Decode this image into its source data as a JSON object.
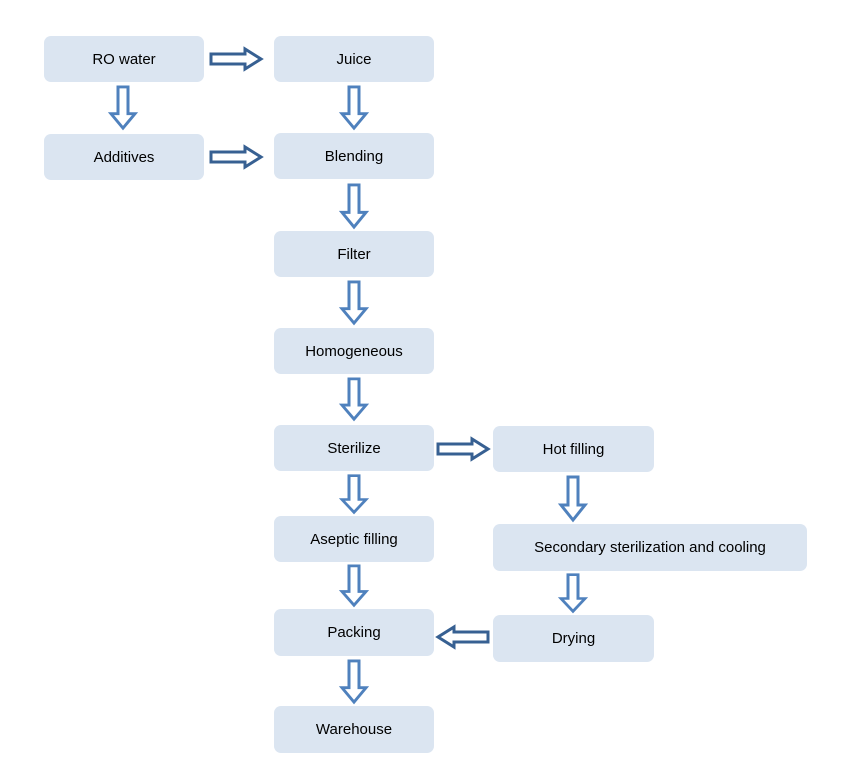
{
  "diagram": {
    "type": "flowchart",
    "colors": {
      "background": "#ffffff",
      "node_fill": "#dbe5f1",
      "arrow_vertical": "#4f81bd",
      "arrow_horizontal": "#376092",
      "text": "#000000"
    }
  },
  "nodes": [
    {
      "id": "ro-water",
      "label": "RO water"
    },
    {
      "id": "juice",
      "label": "Juice"
    },
    {
      "id": "additives",
      "label": "Additives"
    },
    {
      "id": "blending",
      "label": "Blending"
    },
    {
      "id": "filter",
      "label": "Filter"
    },
    {
      "id": "homogeneous",
      "label": "Homogeneous"
    },
    {
      "id": "sterilize",
      "label": "Sterilize"
    },
    {
      "id": "hot-filling",
      "label": "Hot filling"
    },
    {
      "id": "aseptic-filling",
      "label": "Aseptic filling"
    },
    {
      "id": "secondary-sterilization-cooling",
      "label": "Secondary sterilization and cooling"
    },
    {
      "id": "packing",
      "label": "Packing"
    },
    {
      "id": "drying",
      "label": "Drying"
    },
    {
      "id": "warehouse",
      "label": "Warehouse"
    }
  ],
  "edges": [
    {
      "from": "ro-water",
      "to": "juice",
      "direction": "right"
    },
    {
      "from": "ro-water",
      "to": "additives",
      "direction": "down"
    },
    {
      "from": "juice",
      "to": "blending",
      "direction": "down"
    },
    {
      "from": "additives",
      "to": "blending",
      "direction": "right"
    },
    {
      "from": "blending",
      "to": "filter",
      "direction": "down"
    },
    {
      "from": "filter",
      "to": "homogeneous",
      "direction": "down"
    },
    {
      "from": "homogeneous",
      "to": "sterilize",
      "direction": "down"
    },
    {
      "from": "sterilize",
      "to": "hot-filling",
      "direction": "right"
    },
    {
      "from": "sterilize",
      "to": "aseptic-filling",
      "direction": "down"
    },
    {
      "from": "hot-filling",
      "to": "secondary-sterilization-cooling",
      "direction": "down"
    },
    {
      "from": "secondary-sterilization-cooling",
      "to": "drying",
      "direction": "down"
    },
    {
      "from": "aseptic-filling",
      "to": "packing",
      "direction": "down"
    },
    {
      "from": "drying",
      "to": "packing",
      "direction": "left"
    },
    {
      "from": "packing",
      "to": "warehouse",
      "direction": "down"
    }
  ]
}
